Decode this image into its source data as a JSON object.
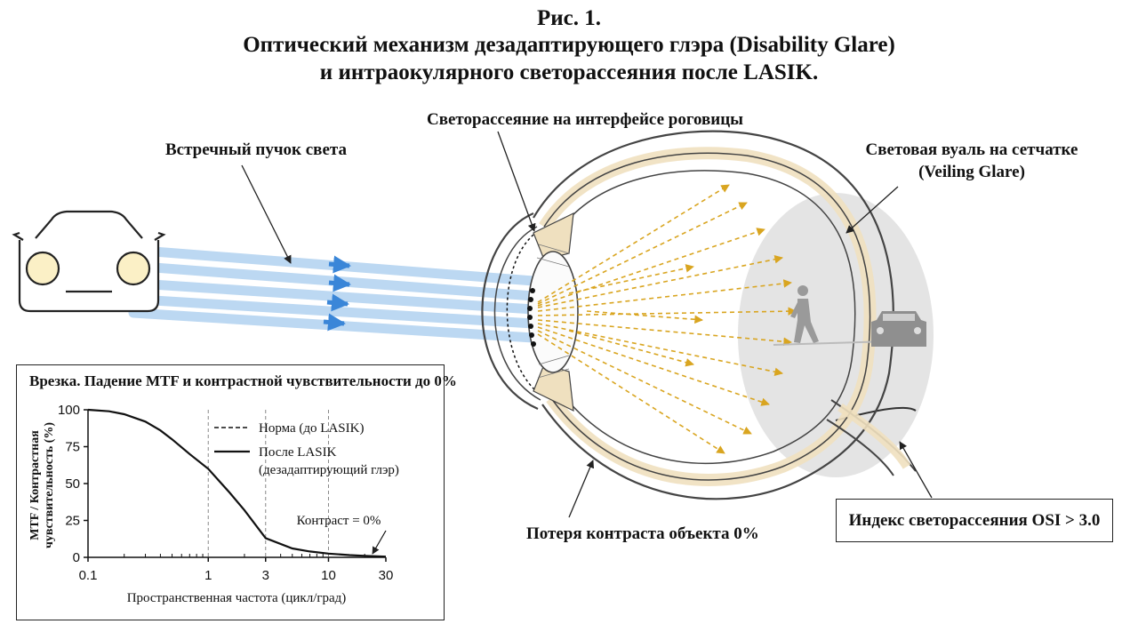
{
  "title": {
    "line1": "Рис. 1.",
    "line2": "Оптический механизм дезадаптирующего глэра (Disability Glare)",
    "line3": "и интраокулярного светорассеяния после LASIK."
  },
  "labels": {
    "oncoming_beam": "Встречный пучок света",
    "corneal_scatter": "Светорассеяние на интерфейсе роговицы",
    "veil_line1": "Световая вуаль на сетчатке",
    "veil_line2": "(Veiling Glare)",
    "contrast_loss": "Потеря контраста объекта 0%",
    "osi_index": "Индекс светорассеяния OSI > 3.0"
  },
  "colors": {
    "beam": "#bcd8f2",
    "beam_arrow": "#3a86d8",
    "scatter": "#d9a520",
    "veil": "#d4d4d4",
    "sclera_band": "#efe0bf"
  },
  "icons": [
    "car-front-icon",
    "pedestrian-icon",
    "small-car-icon"
  ],
  "inset": {
    "title": "Врезка. Падение MTF и контрастной чувствительности до 0%",
    "ylabel_line1": "MTF / Контрастная",
    "ylabel_line2": "чувствительность (%)",
    "xlabel": "Пространственная частота (цикл/град)",
    "legend_normal": "Норма (до LASIK)",
    "legend_after_line1": "После LASIK",
    "legend_after_line2": "(дезадаптирующий глэр)",
    "contrast_note": "Контраст = 0%"
  },
  "chart_data": {
    "type": "line",
    "title": "Врезка. Падение MTF и контрастной чувствительности до 0%",
    "xlabel": "Пространственная частота (цикл/град)",
    "ylabel": "MTF / Контрастная чувствительность (%)",
    "x_scale": "log",
    "xlim": [
      0.1,
      30
    ],
    "ylim": [
      0,
      100
    ],
    "xticks": [
      "0.1",
      "1",
      "3",
      "10",
      "30"
    ],
    "yticks": [
      "0",
      "25",
      "50",
      "75",
      "100"
    ],
    "grid": "vertical dashed at 1, 3, 10",
    "legend_position": "top-right",
    "series": [
      {
        "name": "После LASIK (дезадаптирующий глэр)",
        "style": "solid",
        "x": [
          0.1,
          0.15,
          0.2,
          0.3,
          0.4,
          0.5,
          0.7,
          1,
          1.5,
          2,
          3,
          5,
          7,
          10,
          15,
          20,
          30
        ],
        "y": [
          100,
          99,
          97,
          92,
          86,
          80,
          70,
          60,
          44,
          32,
          13,
          6,
          4,
          2.5,
          1.5,
          1,
          0.5
        ]
      }
    ]
  }
}
